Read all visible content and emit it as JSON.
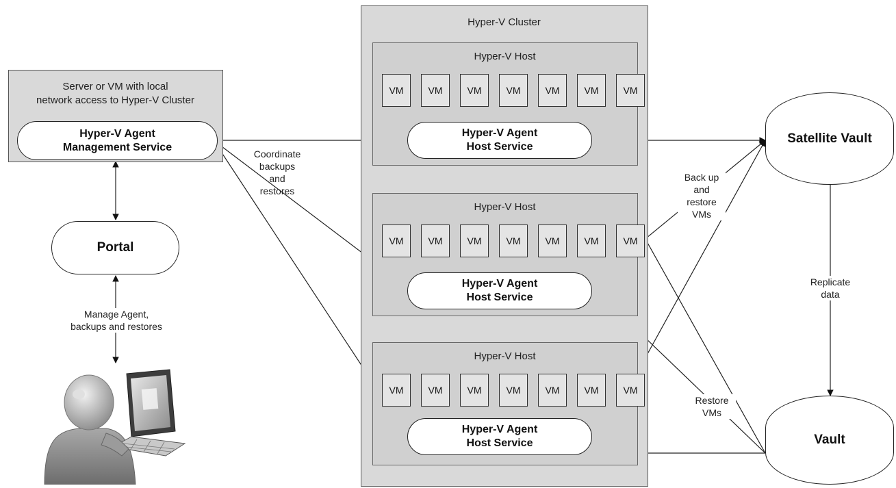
{
  "server": {
    "caption_line1": "Server or VM with local",
    "caption_line2": "network access to Hyper-V Cluster",
    "service_line1": "Hyper-V Agent",
    "service_line2": "Management Service"
  },
  "portal": {
    "label": "Portal"
  },
  "cluster": {
    "title": "Hyper-V Cluster",
    "hosts": [
      {
        "title": "Hyper-V Host",
        "service_line1": "Hyper-V Agent",
        "service_line2": "Host Service",
        "vms": [
          "VM",
          "VM",
          "VM",
          "VM",
          "VM",
          "VM",
          "VM"
        ]
      },
      {
        "title": "Hyper-V Host",
        "service_line1": "Hyper-V Agent",
        "service_line2": "Host Service",
        "vms": [
          "VM",
          "VM",
          "VM",
          "VM",
          "VM",
          "VM",
          "VM"
        ]
      },
      {
        "title": "Hyper-V Host",
        "service_line1": "Hyper-V Agent",
        "service_line2": "Host Service",
        "vms": [
          "VM",
          "VM",
          "VM",
          "VM",
          "VM",
          "VM",
          "VM"
        ]
      }
    ]
  },
  "satellite_vault": {
    "label": "Satellite Vault"
  },
  "vault": {
    "label": "Vault"
  },
  "labels": {
    "coordinate": [
      "Coordinate",
      "backups",
      "and",
      "restores"
    ],
    "manage": [
      "Manage Agent,",
      "backups and restores"
    ],
    "backup_restore": [
      "Back up",
      "and",
      "restore",
      "VMs"
    ],
    "replicate": [
      "Replicate",
      "data"
    ],
    "restore": [
      "Restore",
      "VMs"
    ]
  },
  "icons": {
    "user": "user-at-laptop-icon"
  }
}
